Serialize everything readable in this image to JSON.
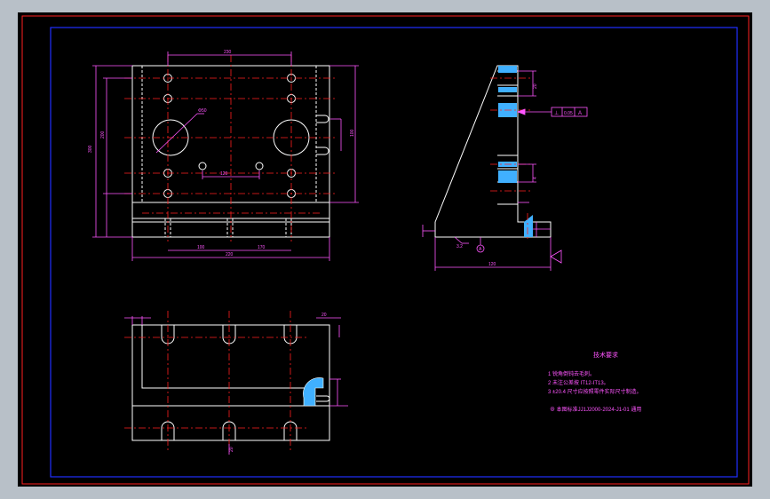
{
  "colors": {
    "window_bg": "#b8c0c8",
    "canvas": "#000000",
    "outer_frame": "#ff2020",
    "inner_frame": "#2030ff",
    "geometry": "#ffffff",
    "center_lines": "#ff2020",
    "dimensions": "#ff55ff",
    "hatch": "#40b0ff"
  },
  "tech_requirements": {
    "title": "技术要求",
    "line1": "1  锐角倒钝去毛刺。",
    "line2": "2  未注公差按 IT12-IT13。",
    "line3": "3  ±20.4  尺寸应按照零件实际尺寸制造。",
    "line4": "⊕   本图标准JJ1J2000-2024-J1-01 通用"
  },
  "datum": {
    "label": "A",
    "tolerance": "0.05",
    "symbol": "⊥"
  },
  "front_view": {
    "dim_top": "230",
    "dim_hole": "Φ50",
    "dim_left_outer": "300",
    "dim_left_inner": "200",
    "dim_right": "100",
    "dim_bottom_inner": "100",
    "dim_bottom_mid": "170",
    "dim_bottom_outer": "220",
    "dim_center": "120"
  },
  "side_view": {
    "dim_base": "120",
    "dim_slot": "20",
    "dim_gap": "4",
    "roughness": "3.2"
  },
  "top_view": {
    "dim_corner": "20",
    "dim_slot": "20"
  }
}
